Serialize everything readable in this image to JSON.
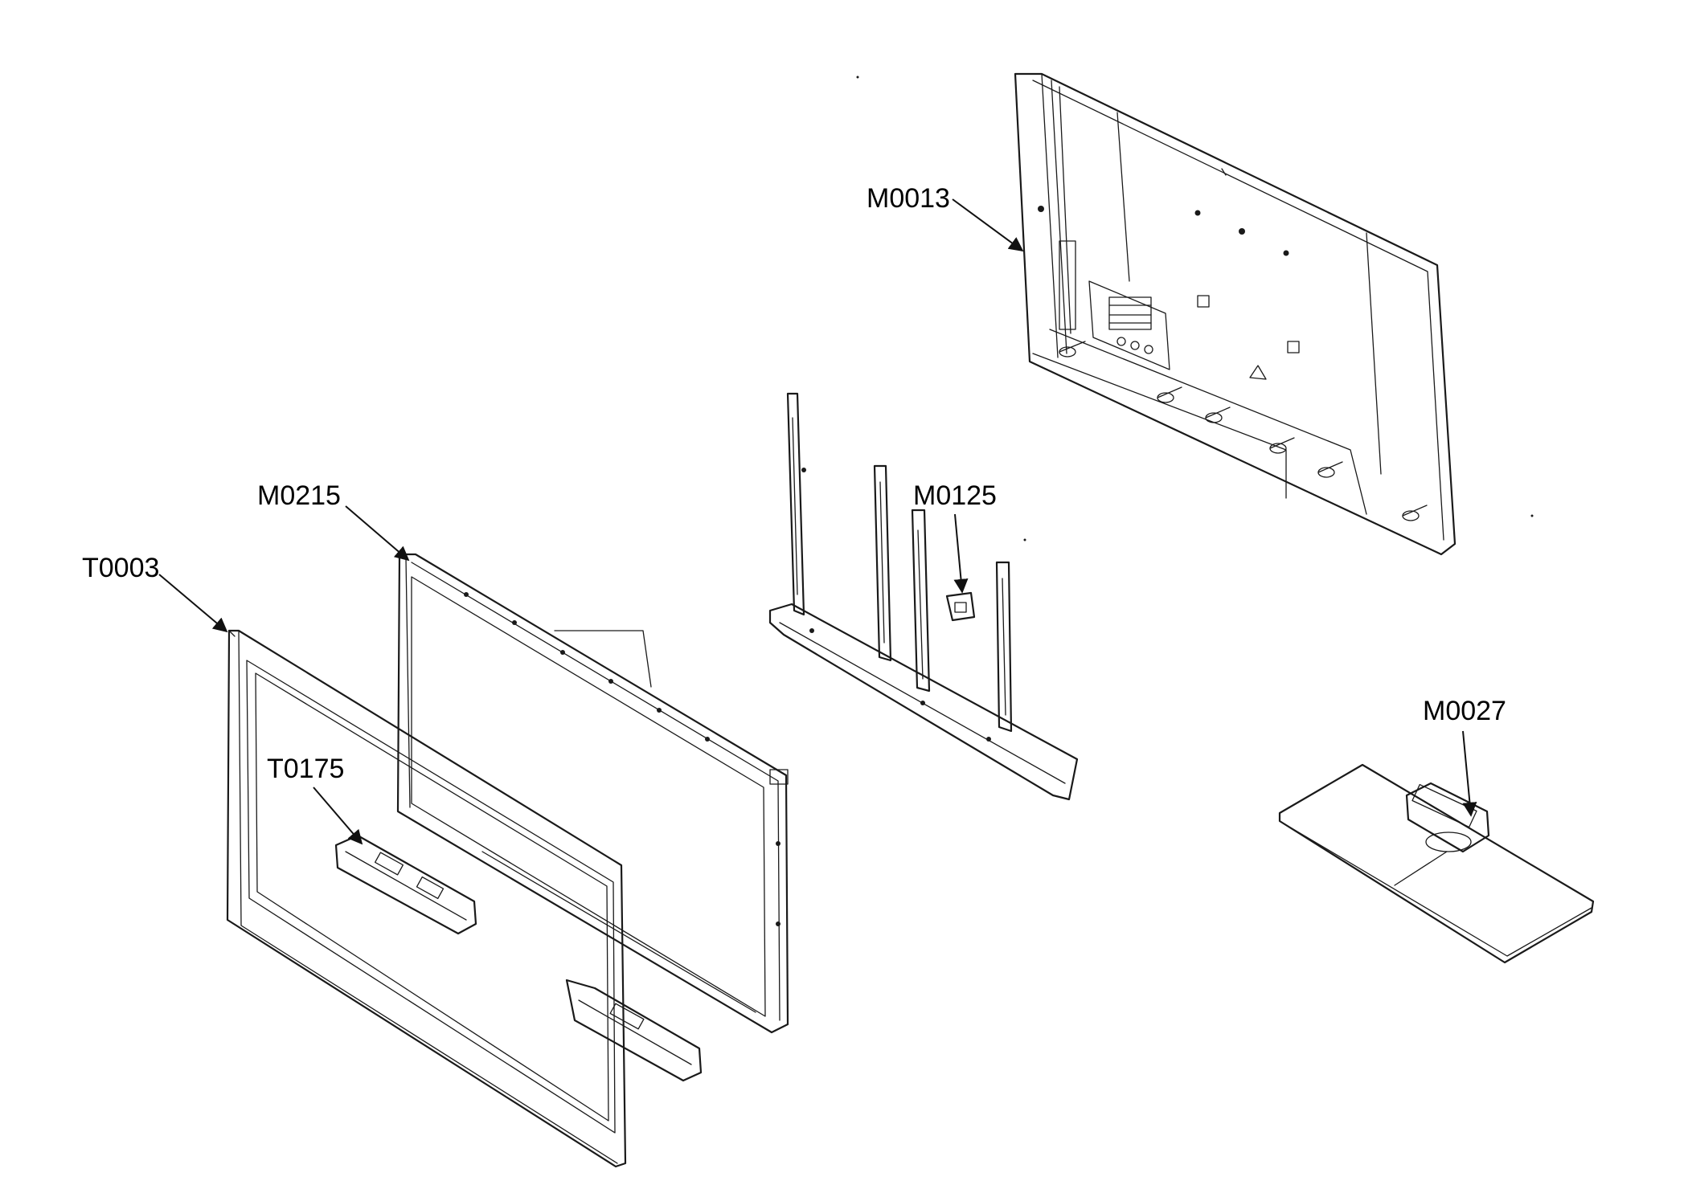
{
  "callouts": {
    "m0013": "M0013",
    "m0215": "M0215",
    "m0125": "M0125",
    "t0003": "T0003",
    "t0175": "T0175",
    "m0027": "M0027"
  },
  "colors": {
    "line": "#1a1a1a",
    "background": "#ffffff"
  }
}
